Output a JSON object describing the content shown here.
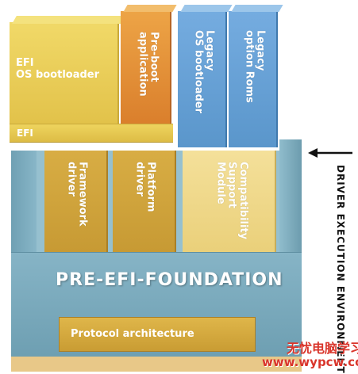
{
  "blocks": {
    "efi_os_bootloader": {
      "line1": "EFI",
      "line2": "OS bootloader"
    },
    "efi_bar": {
      "label": "EFI"
    },
    "pre_boot_application": {
      "line1": "Pre-boot",
      "line2": "application"
    },
    "legacy_os_bootloader": {
      "line1": "Legacy",
      "line2": "OS bootloader"
    },
    "legacy_option_roms": {
      "line1": "Legacy",
      "line2": "option Roms"
    },
    "framework_driver": {
      "line1": "Framework",
      "line2": "driver"
    },
    "platform_driver": {
      "line1": "Platform",
      "line2": "driver"
    },
    "compatibility_support_module": {
      "line1": "Compatibility",
      "line2": "Support",
      "line3": "Module"
    },
    "pre_efi_foundation": {
      "label": "PRE-EFI-FOUNDATION"
    },
    "protocol_architecture": {
      "label": "Protocol architecture"
    }
  },
  "side_label": {
    "text": "DRIVER EXECUTION ENVIRONMENT"
  },
  "watermark": {
    "line1": "无忧电脑学习网",
    "line2": "www.wypcw.com"
  },
  "colors": {
    "yellow": "#e6c84a",
    "gold": "#d2a63a",
    "orange": "#e08a34",
    "blue": "#5e9bd0",
    "foundation": "#7eaec0",
    "watermark_red": "#d9352b"
  }
}
